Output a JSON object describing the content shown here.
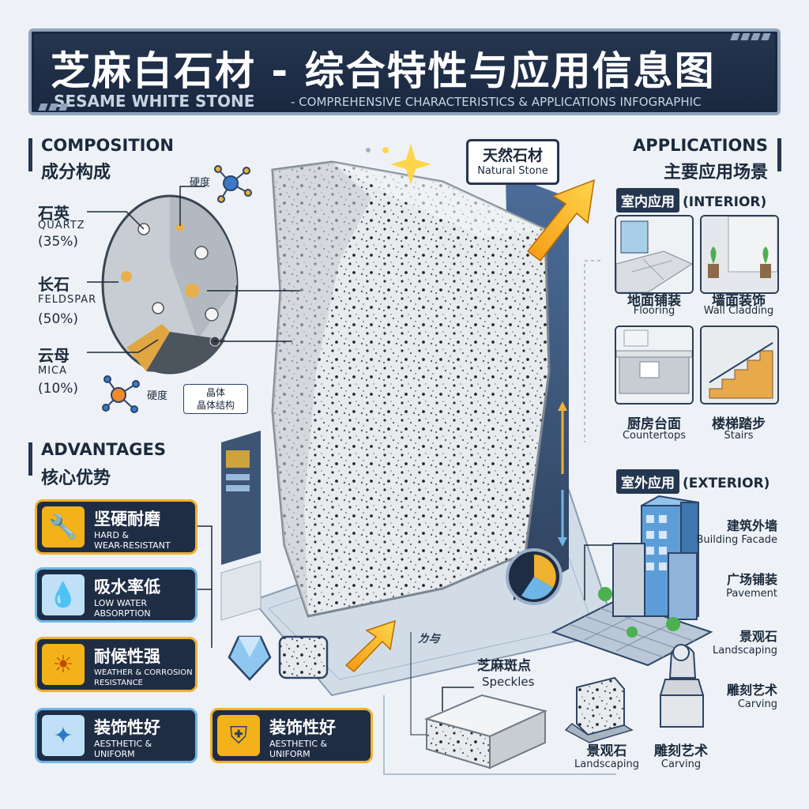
{
  "title": {
    "zh": "芝麻白石材 - 综合特性与应用信息图",
    "en": "SESAME WHITE STONE",
    "en_sub": "- COMPREHENSIVE CHARACTERISTICS & APPLICATIONS INFOGRAPHIC"
  },
  "colors": {
    "navy": "#25364f",
    "gold": "#f0b030",
    "sky": "#6fb6e8",
    "bg": "#eef2f6"
  },
  "composition": {
    "heading_en": "COMPOSITION",
    "heading_zh": "成分构成",
    "items": [
      {
        "zh": "石英",
        "en": "QUARTZ",
        "pct": "(35%)"
      },
      {
        "zh": "长石",
        "en": "FELDSPAR",
        "pct": "(50%)"
      },
      {
        "zh": "云母",
        "en": "MICA",
        "pct": "(10%)"
      }
    ],
    "hardness_top": "硬度",
    "hardness_bottom": "硬度",
    "crystal_label": "晶体\n晶体结构"
  },
  "natural_callout": {
    "zh": "天然石材",
    "en": "Natural Stone"
  },
  "speckles": {
    "zh": "芝麻斑点",
    "en": "Speckles"
  },
  "floor_glyph": "ㄌ与",
  "advantages": {
    "heading_en": "ADVANTAGES",
    "heading_zh": "核心优势",
    "items": [
      {
        "zh": "坚硬耐磨",
        "en": "HARD &\nWEAR-RESISTANT",
        "icon": "drill-icon"
      },
      {
        "zh": "吸水率低",
        "en": "LOW WATER\nABSORPTION",
        "icon": "water-drop-icon"
      },
      {
        "zh": "耐候性强",
        "en": "WEATHER & CORROSION\nRESISTANCE",
        "icon": "sun-icon"
      },
      {
        "zh": "装饰性好",
        "en": "AESTHETIC &\nUNIFORM",
        "icon": "sparkle-drop-icon"
      },
      {
        "zh": "装饰性好",
        "en": "AESTHETIC &\nUNIFORM",
        "icon": "shield-icon"
      }
    ]
  },
  "applications": {
    "heading_en": "APPLICATIONS",
    "heading_zh": "主要应用场景",
    "interior_tag": "室内应用",
    "interior_tag_en": "(INTERIOR)",
    "interior": [
      {
        "zh": "地面铺装",
        "en": "Flooring"
      },
      {
        "zh": "墙面装饰",
        "en": "Wall Cladding"
      },
      {
        "zh": "厨房台面",
        "en": "Countertops"
      },
      {
        "zh": "楼梯踏步",
        "en": "Stairs"
      }
    ],
    "exterior_tag": "室外应用",
    "exterior_tag_en": "(EXTERIOR)",
    "exterior": [
      {
        "zh": "建筑外墙",
        "en": "Building Facade"
      },
      {
        "zh": "广场铺装",
        "en": "Pavement"
      },
      {
        "zh": "景观石",
        "en": "Landscaping"
      },
      {
        "zh": "雕刻艺术",
        "en": "Carving"
      }
    ],
    "bottom": [
      {
        "zh": "景观石",
        "en": "Landscaping"
      },
      {
        "zh": "雕刻艺术",
        "en": "Carving"
      }
    ]
  }
}
